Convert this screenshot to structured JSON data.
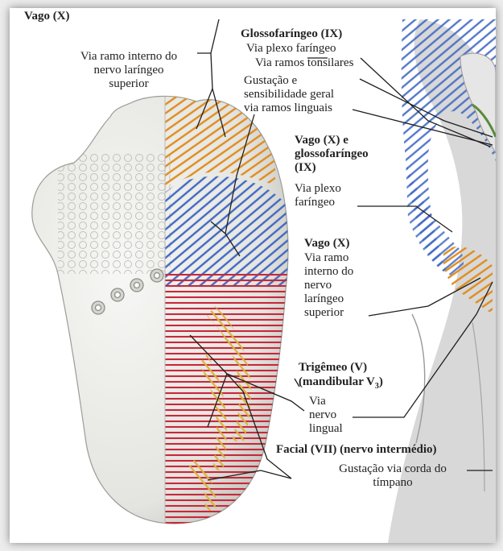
{
  "colors": {
    "orange_hatch": "#e08c1c",
    "blue_hatch": "#4169c4",
    "red_hatch": "#c8283a",
    "yellow_hatch": "#d9b43a",
    "leader_line": "#1e1e1e",
    "tongue_base": "#eeeeec"
  },
  "labels": {
    "vago_top": "Vago (X)",
    "vago_top_desc": [
      "Via ramo interno do",
      "nervo laríngeo",
      "superior"
    ],
    "glosso_title": "Glossofaríngeo (IX)",
    "glosso_line1": "Via plexo faríngeo",
    "glosso_line2": "Via ramos tonsilares",
    "glosso_desc": [
      "Gustação e",
      "sensibilidade geral",
      "via ramos linguais"
    ],
    "vago_glosso_title": [
      "Vago (X) e",
      "glossofaríngeo",
      "(IX)"
    ],
    "vago_glosso_desc": [
      "Via plexo",
      "faríngeo"
    ],
    "vago_mid_title": "Vago (X)",
    "vago_mid_desc": [
      "Via ramo",
      "interno do",
      "nervo",
      "laríngeo",
      "superior"
    ],
    "trigemeo_title": "Trigêmeo (V)",
    "trigemeo_sub": "(mandibular V",
    "trigemeo_sub_index": "3",
    "trigemeo_sub_close": ")",
    "lingual_desc": [
      "Via",
      "nervo",
      "lingual"
    ],
    "facial_title": "Facial (VII) (nervo intermédio)",
    "facial_desc": [
      "Gustação via corda do",
      "tímpano"
    ]
  },
  "icons": [
    "tongue-illustration",
    "pharynx-illustration"
  ]
}
